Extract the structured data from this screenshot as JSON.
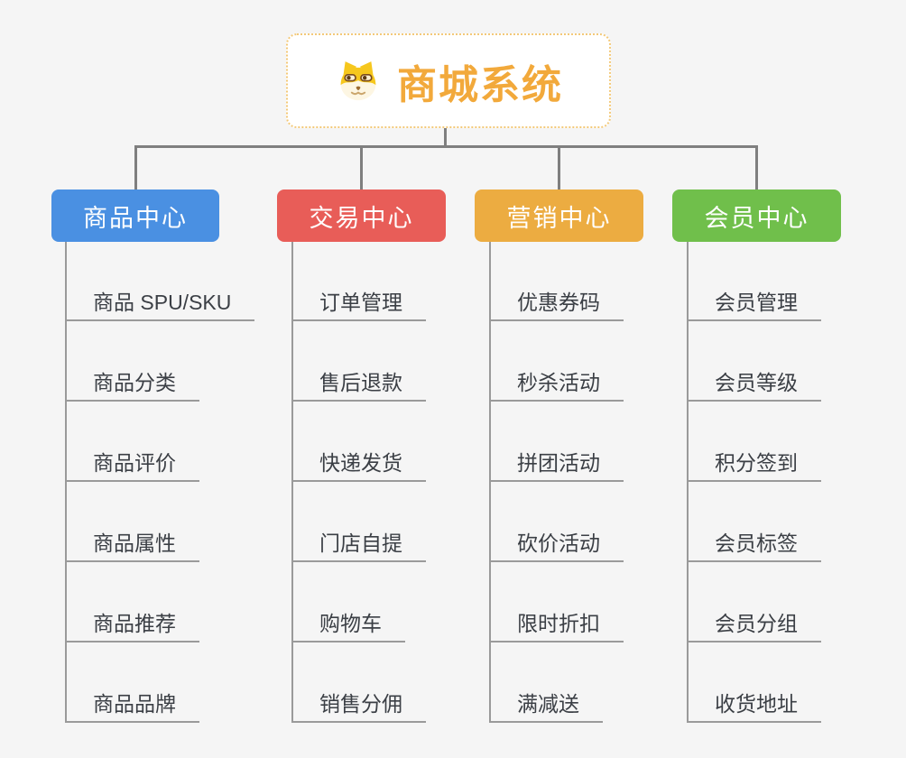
{
  "canvas": {
    "background": "#F5F5F5",
    "connector_color": "#7F7F7F",
    "subline_color": "#9A9A9A"
  },
  "root": {
    "title": "商城系统",
    "title_color": "#F2A93B",
    "border_color": "#F3C979",
    "icon": "doge-icon"
  },
  "branches": [
    {
      "label": "商品中心",
      "color": "#4A90E2",
      "children": [
        "商品 SPU/SKU",
        "商品分类",
        "商品评价",
        "商品属性",
        "商品推荐",
        "商品品牌"
      ]
    },
    {
      "label": "交易中心",
      "color": "#E85D58",
      "children": [
        "订单管理",
        "售后退款",
        "快递发货",
        "门店自提",
        "购物车",
        "销售分佣"
      ]
    },
    {
      "label": "营销中心",
      "color": "#ECAC41",
      "children": [
        "优惠券码",
        "秒杀活动",
        "拼团活动",
        "砍价活动",
        "限时折扣",
        "满减送"
      ]
    },
    {
      "label": "会员中心",
      "color": "#70BF4B",
      "children": [
        "会员管理",
        "会员等级",
        "积分签到",
        "会员标签",
        "会员分组",
        "收货地址"
      ]
    }
  ]
}
